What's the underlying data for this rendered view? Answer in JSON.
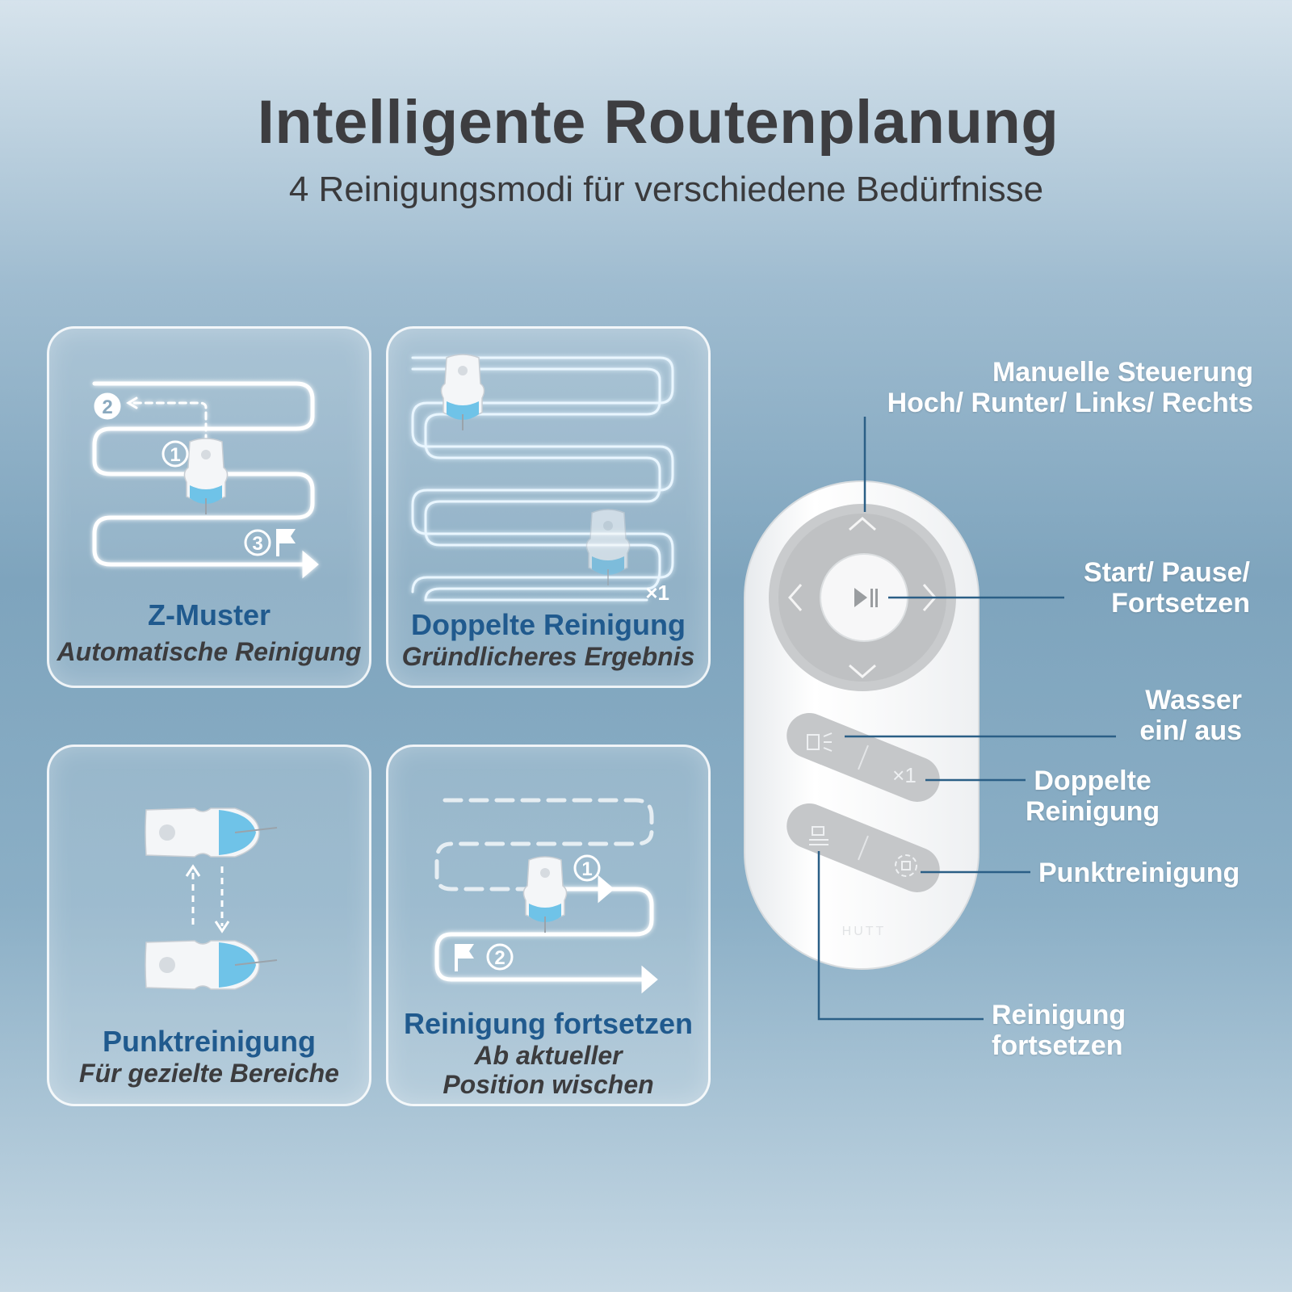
{
  "header": {
    "title": "Intelligente Routenplanung",
    "subtitle": "4 Reinigungsmodi für verschiedene Bedürfnisse"
  },
  "modes": [
    {
      "title": "Z-Muster",
      "subtitle": "Automatische Reinigung",
      "markers": [
        "1",
        "2",
        "3"
      ]
    },
    {
      "title": "Doppelte Reinigung",
      "subtitle": "Gründlicheres Ergebnis",
      "badge": "×1"
    },
    {
      "title": "Punktreinigung",
      "subtitle": "Für gezielte Bereiche"
    },
    {
      "title": "Reinigung fortsetzen",
      "subtitle_lines": [
        "Ab aktueller",
        "Position wischen"
      ],
      "markers": [
        "1",
        "2"
      ]
    }
  ],
  "remote": {
    "brand": "HUTT",
    "x1_button": "×1",
    "callouts": {
      "manual": [
        "Manuelle Steuerung",
        "Hoch/ Runter/ Links/ Rechts"
      ],
      "start": [
        "Start/ Pause/",
        "Fortsetzen"
      ],
      "water": [
        "Wasser",
        "ein/ aus"
      ],
      "double": [
        "Doppelte",
        "Reinigung"
      ],
      "spot": [
        "Punktreinigung"
      ],
      "resume": [
        "Reinigung",
        "fortsetzen"
      ]
    }
  },
  "colors": {
    "accent_blue": "#205a8e",
    "path_glow": "#e9f6ff",
    "robot_blue": "#6fc3e8",
    "callout_line": "#2b5f86"
  },
  "icons": [
    "robot-icon",
    "flag-icon",
    "arrow-icon",
    "play-pause-icon",
    "spray-icon",
    "resume-icon",
    "spot-icon",
    "chevron-up-icon",
    "chevron-down-icon",
    "chevron-left-icon",
    "chevron-right-icon"
  ]
}
